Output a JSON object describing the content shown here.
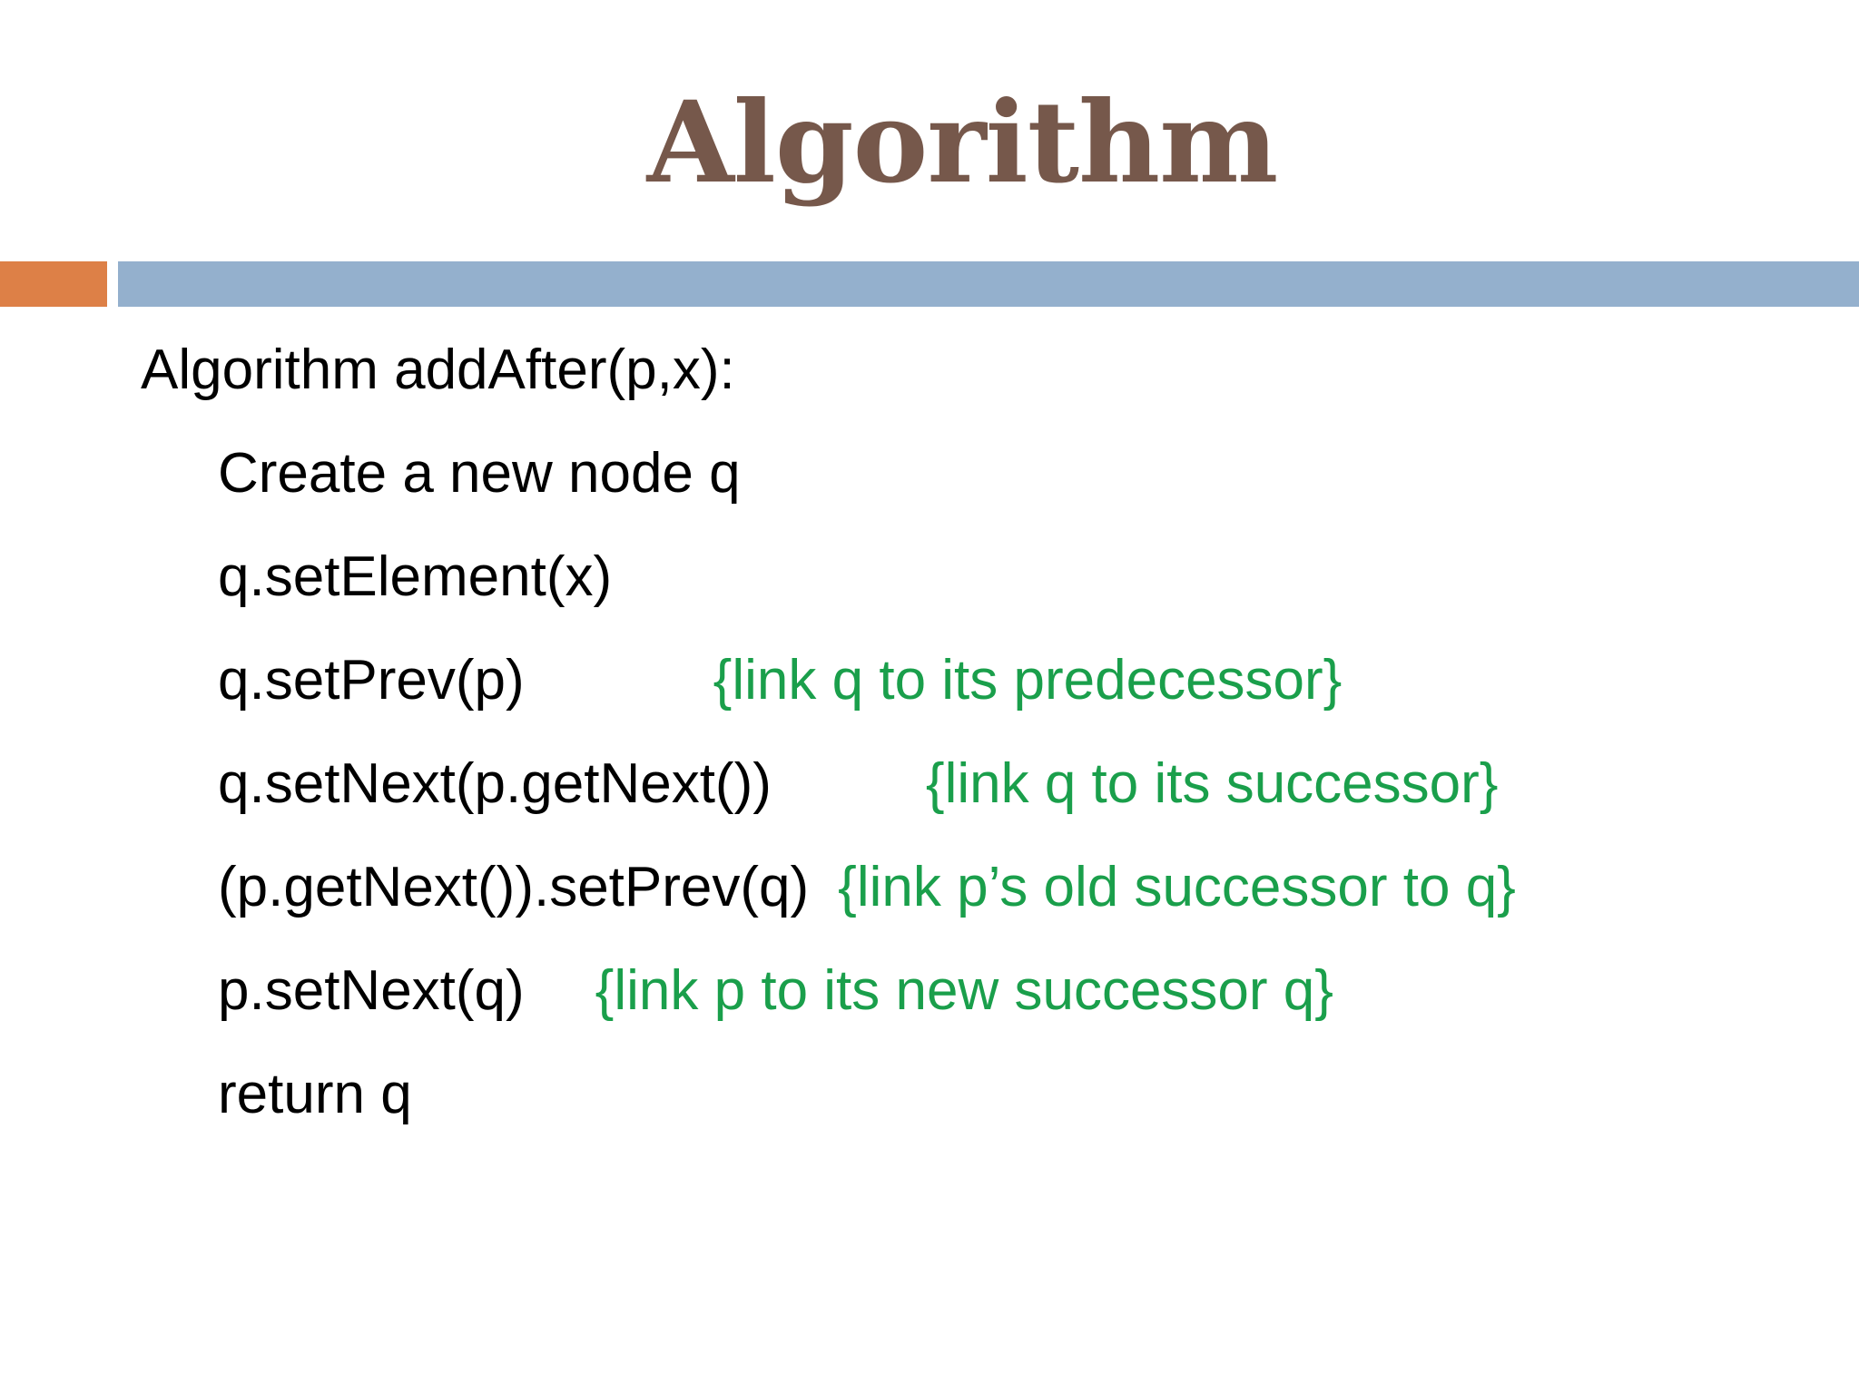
{
  "slide": {
    "title": "Algorithm",
    "title_color": "#76584b",
    "accent_color": "#dd8047",
    "rule_color": "#94b0cd",
    "background_color": "#ffffff",
    "code_color": "#000000",
    "comment_color": "#1a9f4b"
  },
  "code": {
    "lines": [
      {
        "indent": 0,
        "statement": "Algorithm addAfter(p,x):",
        "comment": ""
      },
      {
        "indent": 1,
        "statement": "Create a new node q",
        "comment": ""
      },
      {
        "indent": 1,
        "statement": "q.setElement(x)",
        "comment": ""
      },
      {
        "indent": 1,
        "statement": "q.setPrev(p)",
        "comment": "{link q to its predecessor}"
      },
      {
        "indent": 1,
        "statement": "q.setNext(p.getNext())",
        "comment": "{link q to its successor}"
      },
      {
        "indent": 1,
        "statement": "(p.getNext()).setPrev(q)",
        "comment": "{link p’s old successor to q}"
      },
      {
        "indent": 1,
        "statement": "p.setNext(q)",
        "comment": "{link p to its new successor q}"
      },
      {
        "indent": 1,
        "statement": "return q",
        "comment": ""
      }
    ]
  }
}
